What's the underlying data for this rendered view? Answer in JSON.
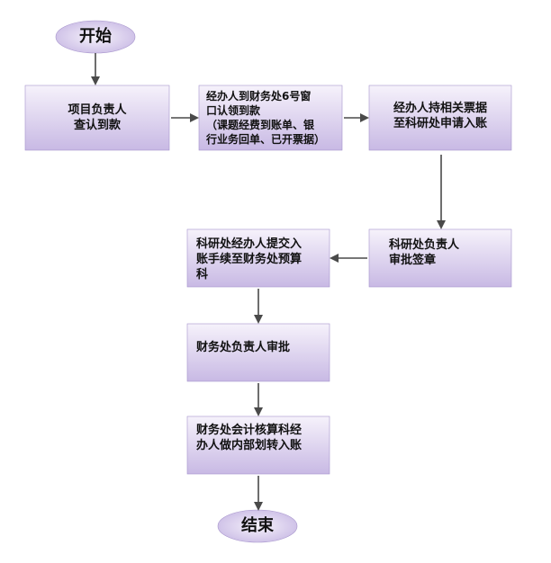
{
  "colors": {
    "box_top": "#f6f2fb",
    "box_bottom": "#c8b9e4",
    "box_edge": "#a694cc",
    "arrow": "#4a4a4a"
  },
  "flowchart": {
    "start": "开始",
    "end": "结束",
    "steps": [
      {
        "id": "s1",
        "text": "项目负责人\n查认到款"
      },
      {
        "id": "s2",
        "text": "经办人到财务处6号窗\n口认领到款\n（课题经费到账单、银\n行业务回单、已开票据）"
      },
      {
        "id": "s3",
        "text": "经办人持相关票据\n至科研处申请入账"
      },
      {
        "id": "s4",
        "text": "科研处负责人\n审批签章"
      },
      {
        "id": "s5",
        "text": "科研处经办人提交入\n账手续至财务处预算\n科"
      },
      {
        "id": "s6",
        "text": "财务处负责人审批"
      },
      {
        "id": "s7",
        "text": "财务处会计核算科经\n办人做内部划转入账"
      }
    ]
  }
}
